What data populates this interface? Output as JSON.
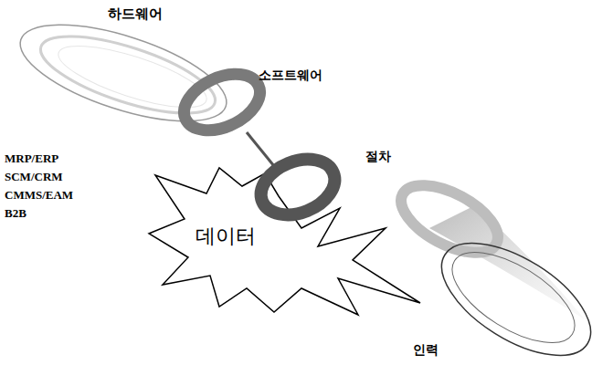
{
  "diagram": {
    "nodes": [
      {
        "text": [
          "하드웨어"
        ]
      },
      {
        "text": [
          "소프트웨어"
        ]
      },
      {
        "text": [
          "데이터"
        ]
      },
      {
        "text": [
          "절차"
        ]
      },
      {
        "text": [
          "인력"
        ]
      }
    ],
    "labels": [
      "MRP/ERP",
      "SCM/CRM",
      "CMMS/EAM",
      "B2B"
    ]
  }
}
